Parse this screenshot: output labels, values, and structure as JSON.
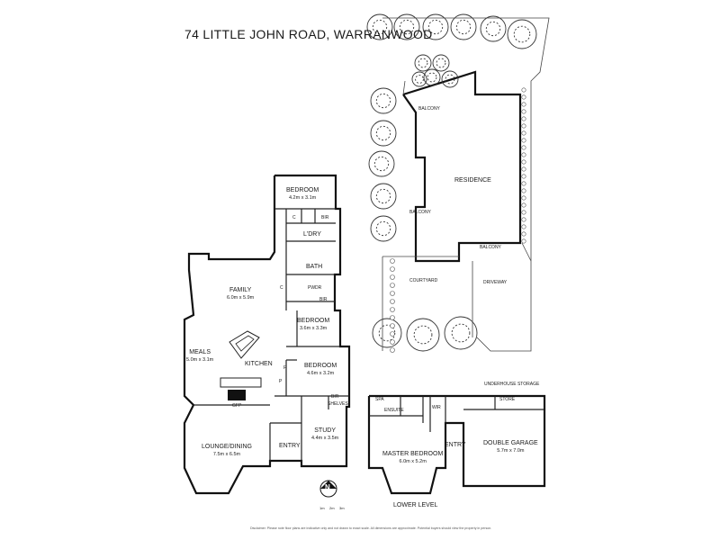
{
  "title": "74 LITTLE JOHN ROAD, WARRANWOOD",
  "rooms": {
    "bedroom1": {
      "name": "BEDROOM",
      "dim": "4.2m x 3.1m"
    },
    "bir1": "BIR",
    "c1": "C",
    "ldry": "L'DRY",
    "bath": "BATH",
    "family": {
      "name": "FAMILY",
      "dim": "6.0m x 5.9m"
    },
    "c2": "C",
    "pwdr": "PWDR",
    "bir2": "BIR",
    "bedroom2": {
      "name": "BEDROOM",
      "dim": "3.6m x 3.3m"
    },
    "meals": {
      "name": "MEALS",
      "dim": "5.0m x 3.1m"
    },
    "kitchen": "KITCHEN",
    "bedroom3": {
      "name": "BEDROOM",
      "dim": "4.6m x 3.2m"
    },
    "f": "F",
    "p": "P",
    "bir3": "BIR",
    "shelves": "SHELVES",
    "gfp": "GFP",
    "lounge": {
      "name": "LOUNGE/DINING",
      "dim": "7.5m x 6.5m"
    },
    "entry": "ENTRY",
    "study": {
      "name": "STUDY",
      "dim": "4.4m x 3.5m"
    }
  },
  "lower": {
    "underhouse": "UNDERHOUSE STORAGE",
    "spa": "SPA",
    "ensuite": "ENSUITE",
    "wir": "WIR",
    "store": "STORE",
    "master": {
      "name": "MASTER BEDROOM",
      "dim": "6.0m x 5.2m"
    },
    "entry": "ENTRY",
    "garage": {
      "name": "DOUBLE GARAGE",
      "dim": "5.7m x 7.0m"
    },
    "level": "LOWER LEVEL"
  },
  "site": {
    "balcony1": "BALCONY",
    "residence": "RESIDENCE",
    "balcony2": "BALCONY",
    "balcony3": "BALCONY",
    "courtyard": "COURTYARD",
    "driveway": "DRIVEWAY"
  },
  "compass": "N",
  "scale": [
    "1m",
    "2m",
    "3m"
  ],
  "disclaimer": "Disclaimer: Please note floor plans are indicative only and not drawn to exact scale. All dimensions are approximate. Potential buyers should view the property in person."
}
